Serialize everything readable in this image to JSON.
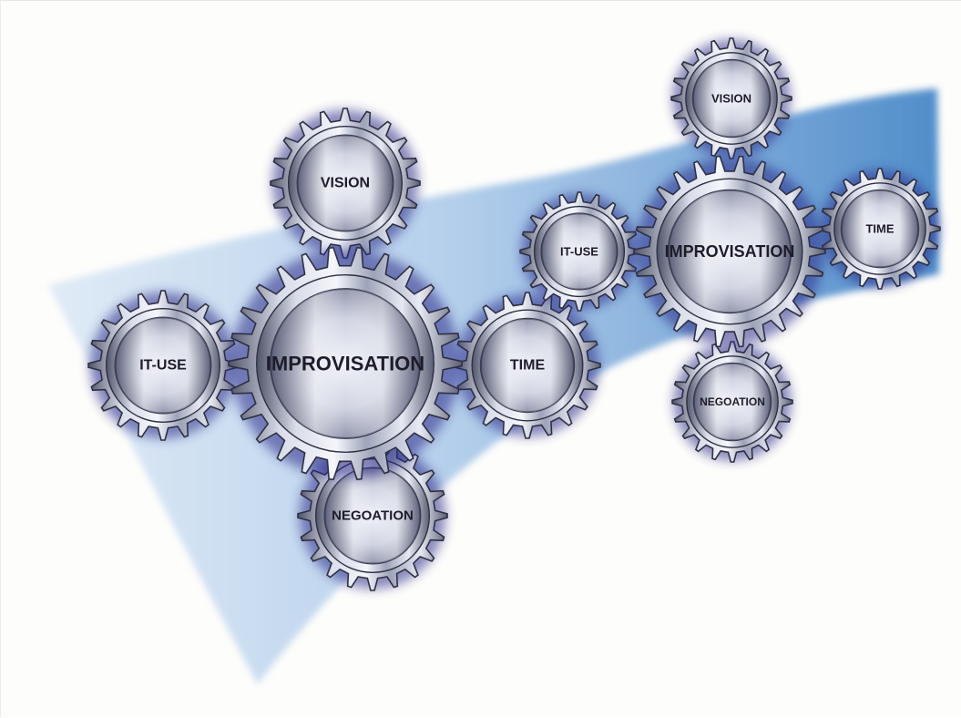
{
  "colors": {
    "background": "#fdfdfb",
    "ribbon_light": "#d7e6f5",
    "ribbon_dark": "#4f8fd0",
    "gear_steel_light": "#e9ecf4",
    "gear_steel_dark": "#4a4d5e",
    "gear_glow": "#2a2a8a",
    "label_text": "#1c1c2a"
  },
  "clusters": [
    {
      "name": "left-cluster",
      "gears": [
        {
          "id": "improvisation",
          "label": "IMPROVISATION",
          "role": "center"
        },
        {
          "id": "vision",
          "label": "VISION",
          "role": "top"
        },
        {
          "id": "it-use",
          "label": "IT-USE",
          "role": "left"
        },
        {
          "id": "time",
          "label": "TIME",
          "role": "right"
        },
        {
          "id": "negoation",
          "label": "NEGOATION",
          "role": "bottom"
        }
      ]
    },
    {
      "name": "right-cluster",
      "gears": [
        {
          "id": "improvisation",
          "label": "IMPROVISATION",
          "role": "center"
        },
        {
          "id": "vision",
          "label": "VISION",
          "role": "top"
        },
        {
          "id": "it-use",
          "label": "IT-USE",
          "role": "left"
        },
        {
          "id": "time",
          "label": "TIME",
          "role": "right"
        },
        {
          "id": "negoation",
          "label": "NEGOATION",
          "role": "bottom"
        }
      ]
    }
  ]
}
